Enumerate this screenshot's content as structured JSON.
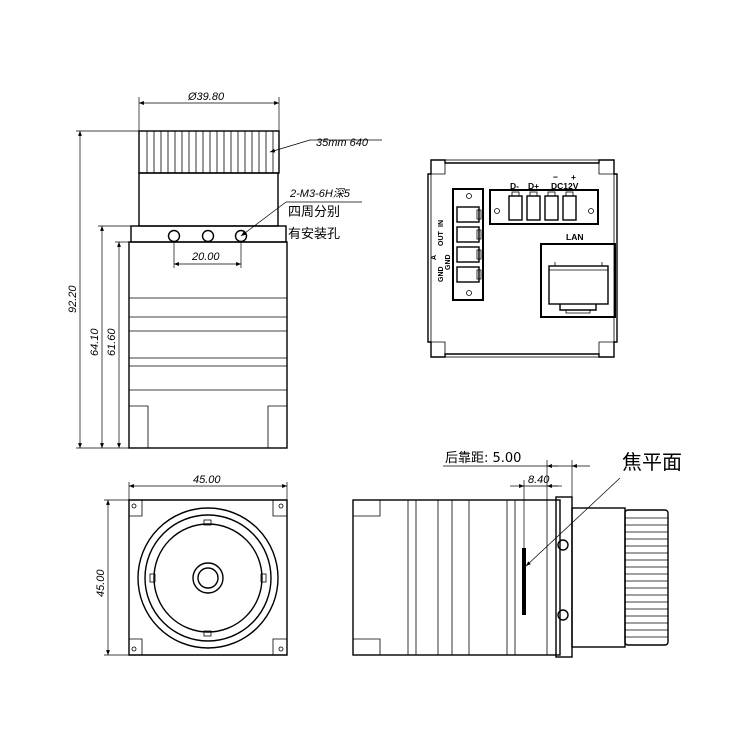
{
  "dims": {
    "lens_diameter": "Ø39.80",
    "lens_spec": "35mm 640",
    "hole_spec": "2-M3-6H深5",
    "hole_note_1": "四周分别",
    "hole_note_2": "有安装孔",
    "hole_spacing": "20.00",
    "total_height": "92.20",
    "body_height_1": "64.10",
    "body_height_2": "61.60",
    "front_width": "45.00",
    "front_height": "45.00",
    "back_focus": "后靠距: 5.00",
    "flange_offset": "8.40",
    "focal_plane": "焦平面"
  },
  "connector": {
    "d_minus": "D-",
    "d_plus": "D+",
    "minus": "−",
    "plus": "+",
    "dc": "DC12V",
    "lan": "LAN",
    "io_in": "IN",
    "io_out": "OUT",
    "io_gnd1": "GND",
    "io_gnd2": "GND",
    "io_a": "A"
  }
}
